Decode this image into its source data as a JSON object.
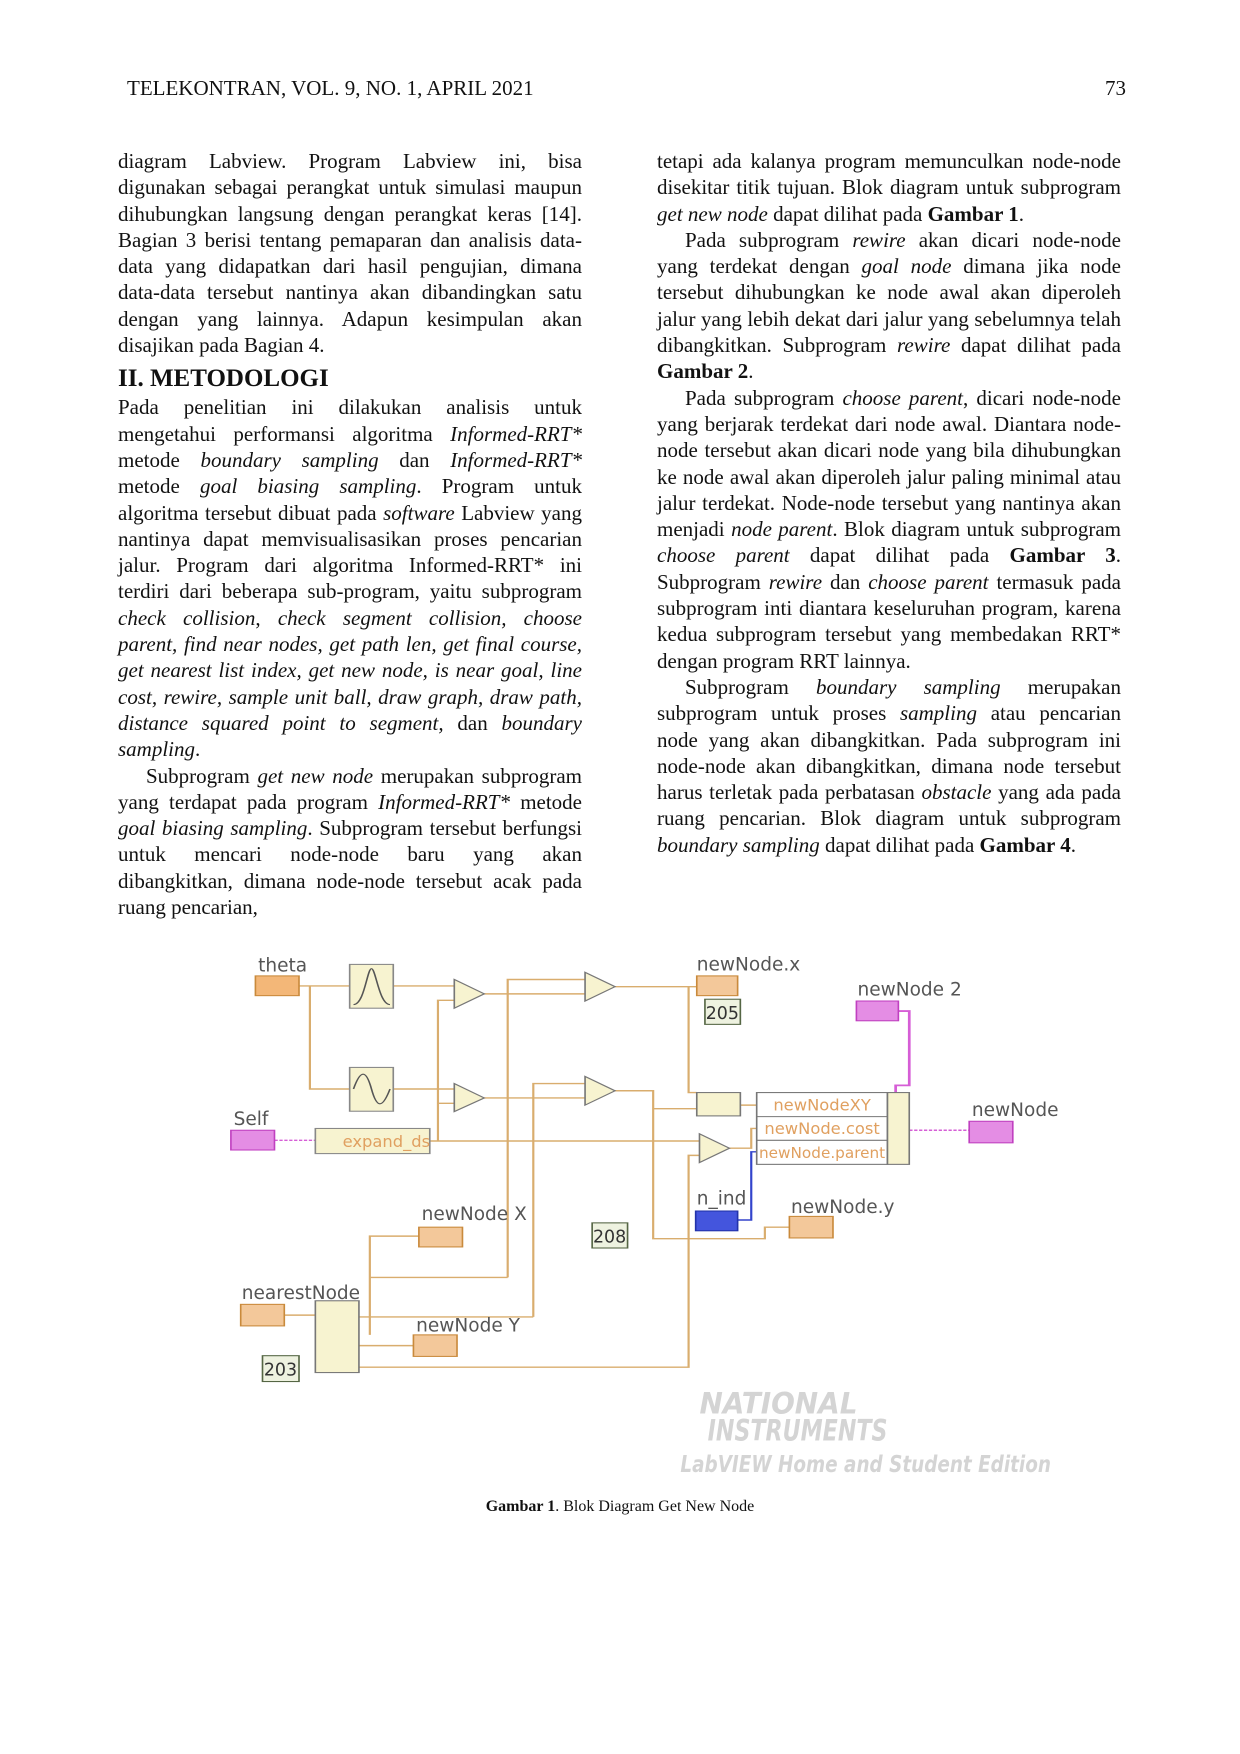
{
  "header": {
    "journal": "TELEKONTRAN, VOL. 9, NO. 1, APRIL 2021",
    "page_number": "73"
  },
  "left_column": {
    "paragraphs_before": [
      {
        "indent": false,
        "segments": [
          {
            "t": "diagram Labview. Program Labview ini, bisa digunakan sebagai perangkat untuk simulasi maupun dihubungkan langsung dengan perangkat keras [14]. Bagian 3 berisi tentang pemaparan dan analisis data-data yang didapatkan dari hasil pengujian, dimana data-data tersebut nantinya akan dibandingkan satu dengan yang lainnya. Adapun kesimpulan akan disajikan pada Bagian 4.",
            "s": ""
          }
        ]
      }
    ],
    "heading": "II.   METODOLOGI",
    "paragraphs_after": [
      {
        "indent": false,
        "segments": [
          {
            "t": "Pada penelitian ini dilakukan analisis untuk mengetahui performansi algoritma ",
            "s": ""
          },
          {
            "t": "Informed-RRT*",
            "s": "i"
          },
          {
            "t": " metode ",
            "s": ""
          },
          {
            "t": "boundary sampling",
            "s": "i"
          },
          {
            "t": " dan ",
            "s": ""
          },
          {
            "t": "Informed-RRT*",
            "s": "i"
          },
          {
            "t": " metode ",
            "s": ""
          },
          {
            "t": "goal biasing sampling",
            "s": "i"
          },
          {
            "t": ". Program untuk algoritma tersebut dibuat pada ",
            "s": ""
          },
          {
            "t": "software",
            "s": "i"
          },
          {
            "t": " Labview yang nantinya dapat memvisualisasikan proses pencarian jalur. Program dari algoritma Informed-RRT* ini terdiri dari beberapa sub-program, yaitu subprogram ",
            "s": ""
          },
          {
            "t": "check collision",
            "s": "i"
          },
          {
            "t": ", ",
            "s": ""
          },
          {
            "t": "check segment collision, choose parent, find near nodes, get path len, get final course, get nearest list index, get new node, is near goal, line cost, rewire, sample unit ball, draw graph, draw path, distance squared point to segment,",
            "s": "i"
          },
          {
            "t": " dan ",
            "s": ""
          },
          {
            "t": "boundary sampling",
            "s": "i"
          },
          {
            "t": ".",
            "s": ""
          }
        ]
      },
      {
        "indent": true,
        "segments": [
          {
            "t": "Subprogram ",
            "s": ""
          },
          {
            "t": "get new node",
            "s": "i"
          },
          {
            "t": " merupakan subprogram yang terdapat pada program ",
            "s": ""
          },
          {
            "t": "Informed-RRT*",
            "s": "i"
          },
          {
            "t": " metode ",
            "s": ""
          },
          {
            "t": "goal biasing sampling",
            "s": "i"
          },
          {
            "t": ". Subprogram tersebut berfungsi untuk mencari node-node baru yang akan dibangkitkan, dimana node-node tersebut acak pada ruang pencarian,",
            "s": ""
          }
        ]
      }
    ]
  },
  "right_column": {
    "paragraphs": [
      {
        "indent": false,
        "segments": [
          {
            "t": "tetapi ada kalanya program memunculkan node-node disekitar titik tujuan. Blok diagram untuk subprogram ",
            "s": ""
          },
          {
            "t": "get new node",
            "s": "i"
          },
          {
            "t": " dapat dilihat pada ",
            "s": ""
          },
          {
            "t": "Gambar 1",
            "s": "b"
          },
          {
            "t": ".",
            "s": ""
          }
        ]
      },
      {
        "indent": true,
        "segments": [
          {
            "t": "Pada subprogram ",
            "s": ""
          },
          {
            "t": "rewire",
            "s": "i"
          },
          {
            "t": " akan dicari node-node yang terdekat dengan ",
            "s": ""
          },
          {
            "t": "goal node",
            "s": "i"
          },
          {
            "t": " dimana jika node tersebut dihubungkan ke node awal akan diperoleh jalur yang lebih dekat dari jalur yang sebelumnya telah dibangkitkan. Subprogram ",
            "s": ""
          },
          {
            "t": "rewire",
            "s": "i"
          },
          {
            "t": " dapat dilihat pada ",
            "s": ""
          },
          {
            "t": "Gambar 2",
            "s": "b"
          },
          {
            "t": ".",
            "s": ""
          }
        ]
      },
      {
        "indent": true,
        "segments": [
          {
            "t": "Pada subprogram ",
            "s": ""
          },
          {
            "t": "choose parent",
            "s": "i"
          },
          {
            "t": ", dicari node-node yang berjarak terdekat dari node awal. Diantara node-node tersebut akan dicari node yang bila dihubungkan ke node awal akan diperoleh jalur paling minimal atau jalur terdekat. Node-node tersebut yang nantinya akan menjadi ",
            "s": ""
          },
          {
            "t": "node parent",
            "s": "i"
          },
          {
            "t": ". Blok diagram untuk subprogram ",
            "s": ""
          },
          {
            "t": "choose parent",
            "s": "i"
          },
          {
            "t": " dapat dilihat pada ",
            "s": ""
          },
          {
            "t": "Gambar 3",
            "s": "b"
          },
          {
            "t": ". Subprogram ",
            "s": ""
          },
          {
            "t": "rewire",
            "s": "i"
          },
          {
            "t": " dan ",
            "s": ""
          },
          {
            "t": "choose parent",
            "s": "i"
          },
          {
            "t": " termasuk pada subprogram inti diantara keseluruhan program, karena kedua subprogram tersebut yang membedakan RRT* dengan program RRT lainnya.",
            "s": ""
          }
        ]
      },
      {
        "indent": true,
        "segments": [
          {
            "t": "Subprogram ",
            "s": ""
          },
          {
            "t": "boundary sampling",
            "s": "i"
          },
          {
            "t": " merupakan subprogram untuk proses ",
            "s": ""
          },
          {
            "t": "sampling",
            "s": "i"
          },
          {
            "t": " atau pencarian node yang akan dibangkitkan. Pada subprogram ini node-node akan dibangkitkan, dimana node tersebut harus terletak pada perbatasan ",
            "s": ""
          },
          {
            "t": "obstacle",
            "s": "i"
          },
          {
            "t": " yang ada pada ruang pencarian. Blok diagram untuk subprogram ",
            "s": ""
          },
          {
            "t": "boundary sampling",
            "s": "i"
          },
          {
            "t": " dapat dilihat pada ",
            "s": ""
          },
          {
            "t": "Gambar 4",
            "s": "b"
          },
          {
            "t": ".",
            "s": ""
          }
        ]
      }
    ]
  },
  "figure": {
    "labels": {
      "theta": "theta",
      "self": "Self",
      "expand_ds": "expand_ds",
      "new_node_x_out": "newNode.x",
      "new_node_2": "newNode 2",
      "new_node": "newNode",
      "n_ind": "n_ind",
      "new_node_y_out": "newNode.y",
      "new_node_X": "newNode X",
      "new_node_Y": "newNode Y",
      "nearest_node": "nearestNode",
      "bundle_xy": "newNodeXY",
      "bundle_cost": "newNode.cost",
      "bundle_parent": "newNode.parent",
      "const_205": "205",
      "const_208": "208",
      "const_203": "203"
    },
    "watermark": {
      "line1": "NATIONAL",
      "line2": "INSTRUMENTS",
      "line3": "LabVIEW Home and Student Edition"
    },
    "colors": {
      "wire_orange": "#d9ad6e",
      "cluster_pink": "#d65ed6",
      "int_blue": "#3344cc",
      "node_fill": "#f7f3d0"
    }
  },
  "caption": {
    "label": "Gambar 1",
    "text": ".  Blok Diagram Get New Node"
  }
}
